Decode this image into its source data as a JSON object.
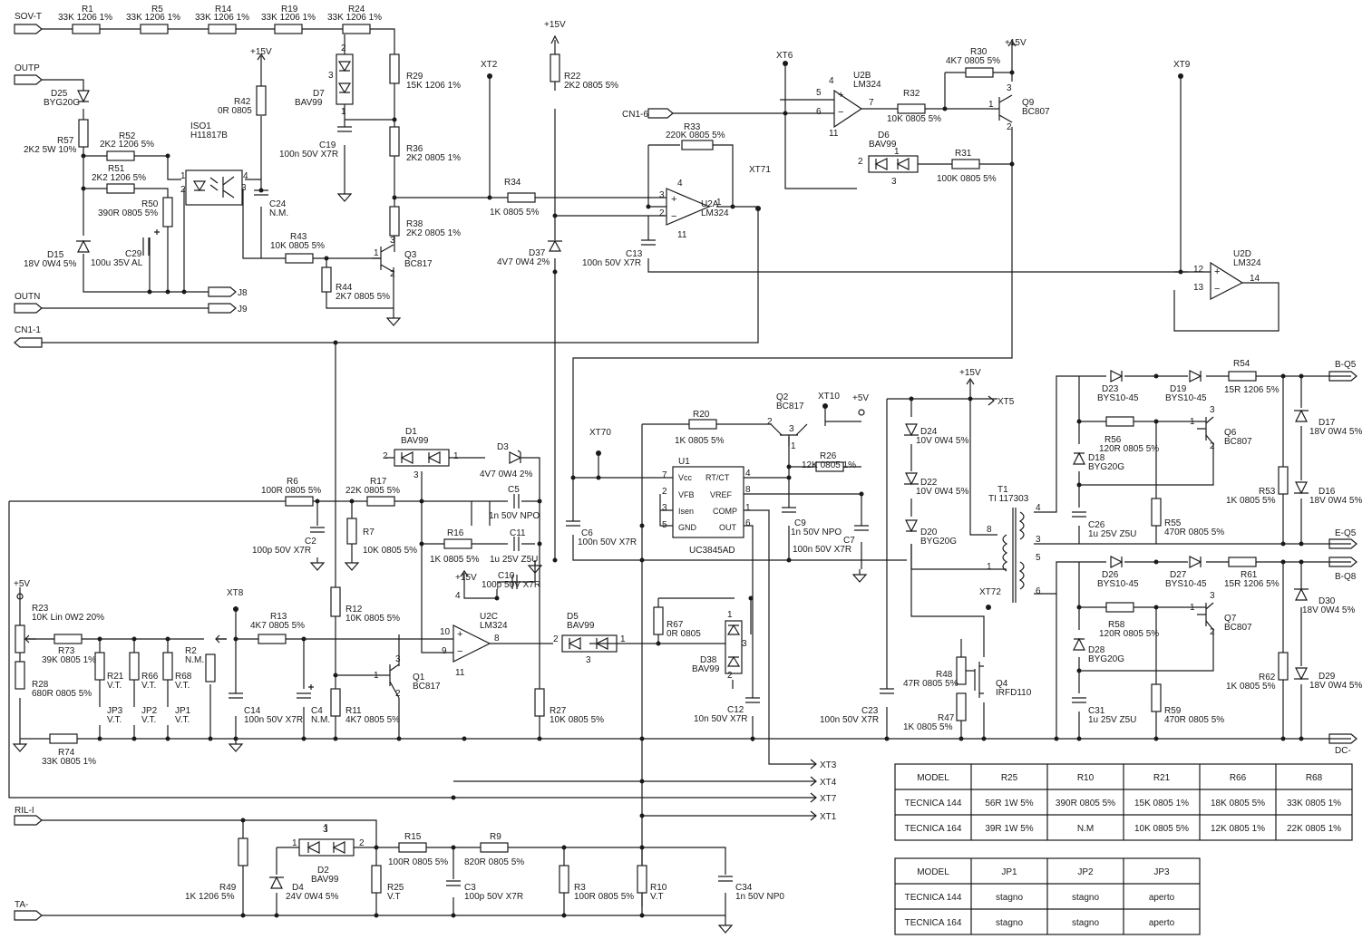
{
  "ports": {
    "sov_t": "SOV-T",
    "outp": "OUTP",
    "outn": "OUTN",
    "cn1_1": "CN1-1",
    "cn1_6": "CN1-6",
    "ril_i": "RIL-I",
    "ta_minus": "TA-",
    "b_q5": "B-Q5",
    "e_q5": "E-Q5",
    "b_q8": "B-Q8",
    "dc_minus": "DC-",
    "j8": "J8",
    "j9": "J9",
    "xt1": "XT1",
    "xt3": "XT3",
    "xt4": "XT4",
    "xt5": "XT5",
    "xt7": "XT7"
  },
  "testpoints": {
    "xt2": "XT2",
    "xt6": "XT6",
    "xt9": "XT9",
    "xt70": "XT70",
    "xt71": "XT71",
    "xt72": "XT72",
    "xt8": "XT8",
    "xt10": "XT10"
  },
  "supplies": {
    "p15": "+15V",
    "p5": "+5V"
  },
  "components": {
    "R1": "R1",
    "R1_v": "33K 1206 1%",
    "R5": "R5",
    "R5_v": "33K 1206 1%",
    "R14": "R14",
    "R14_v": "33K 1206 1%",
    "R19": "R19",
    "R19_v": "33K 1206 1%",
    "R24": "R24",
    "R24_v": "33K 1206 1%",
    "R29": "R29",
    "R29_v": "15K 1206 1%",
    "R36": "R36",
    "R36_v": "2K2 0805 1%",
    "R38": "R38",
    "R38_v": "2K2 0805 1%",
    "D7": "D7",
    "D7_v": "BAV99",
    "C19": "C19",
    "C19_v": "100n 50V X7R",
    "R42": "R42",
    "R42_v": "0R 0805",
    "C24": "C24",
    "C24_v": "N.M.",
    "ISO1": "ISO1",
    "ISO1_v": "H11817B",
    "D25": "D25",
    "D25_v": "BYG20G",
    "R57": "R57",
    "R57_v": "2K2 5W 10%",
    "R52": "R52",
    "R52_v": "2K2 1206 5%",
    "R51": "R51",
    "R51_v": "2K2 1206 5%",
    "R50": "R50",
    "R50_v": "390R 0805 5%",
    "D15": "D15",
    "D15_v": "18V 0W4 5%",
    "C29": "C29",
    "C29_v": "100u 35V AL",
    "R43": "R43",
    "R43_v": "10K 0805 5%",
    "R44": "R44",
    "R44_v": "2K7 0805 5%",
    "Q3": "Q3",
    "Q3_v": "BC817",
    "R34": "R34",
    "R34_v": "1K 0805 5%",
    "R22": "R22",
    "R22_v": "2K2 0805 5%",
    "D37": "D37",
    "D37_v": "4V7 0W4 2%",
    "C13": "C13",
    "C13_v": "100n 50V X7R",
    "R33": "R33",
    "R33_v": "220K 0805 5%",
    "U2A": "U2A",
    "U2A_v": "LM324",
    "U2B": "U2B",
    "U2B_v": "LM324",
    "R32": "R32",
    "R32_v": "10K 0805 5%",
    "R30": "R30",
    "R30_v": "4K7 0805 5%",
    "Q9": "Q9",
    "Q9_v": "BC807",
    "D6": "D6",
    "D6_v": "BAV99",
    "R31": "R31",
    "R31_v": "100K 0805 5%",
    "U2D": "U2D",
    "U2D_v": "LM324",
    "U1": "U1",
    "U1_v": "UC3845AD",
    "R20": "R20",
    "R20_v": "1K 0805 5%",
    "Q2": "Q2",
    "Q2_v": "BC817",
    "R26": "R26",
    "R26_v": "12K 0805 1%",
    "C6": "C6",
    "C6_v": "100n 50V X7R",
    "C9": "C9",
    "C9_v": "1n 50V NPO",
    "C7": "C7",
    "C7_v": "100n 50V X7R",
    "D1": "D1",
    "D1_v": "BAV99",
    "D3": "D3",
    "D3_v": "4V7 0W4 2%",
    "R6": "R6",
    "R6_v": "100R 0805 5%",
    "R17": "R17",
    "R17_v": "22K 0805 5%",
    "C5": "C5",
    "C5_v": "1n 50V NPO",
    "C2": "C2",
    "C2_v": "100p 50V X7R",
    "R7": "R7",
    "R7_v": "10K 0805 5%",
    "R16": "R16",
    "R16_v": "1K 0805 5%",
    "C11": "C11",
    "C11_v": "1u 25V Z5U",
    "C10": "C10",
    "C10_v": "100p 50V X7R",
    "U2C": "U2C",
    "U2C_v": "LM324",
    "D5": "D5",
    "D5_v": "BAV99",
    "R67": "R67",
    "R67_v": "0R 0805",
    "D38": "D38",
    "D38_v": "BAV99",
    "C12": "C12",
    "C12_v": "10n 50V X7R",
    "R12": "R12",
    "R12_v": "10K 0805 5%",
    "R11": "R11",
    "R11_v": "4K7 0805 5%",
    "Q1": "Q1",
    "Q1_v": "BC817",
    "R27": "R27",
    "R27_v": "10K 0805 5%",
    "R23": "R23",
    "R23_v": "10K Lin 0W2 20%",
    "R28": "R28",
    "R28_v": "680R 0805 5%",
    "R73": "R73",
    "R73_v": "39K 0805 1%",
    "R74": "R74",
    "R74_v": "33K 0805 1%",
    "R21": "R21",
    "R21_v": "V.T.",
    "R66": "R66",
    "R66_v": "V.T.",
    "R68": "R68",
    "R68_v": "V.T.",
    "JP3": "JP3",
    "JP3_v": "V.T.",
    "JP2": "JP2",
    "JP2_v": "V.T.",
    "JP1": "JP1",
    "JP1_v": "V.T.",
    "R2": "R2",
    "R2_v": "N.M.",
    "R13": "R13",
    "R13_v": "4K7 0805 5%",
    "C14": "C14",
    "C14_v": "100n 50V X7R",
    "C4": "C4",
    "C4_v": "N.M.",
    "D24": "D24",
    "D24_v": "10V 0W4 5%",
    "D22": "D22",
    "D22_v": "10V 0W4 5%",
    "D20": "D20",
    "D20_v": "BYG20G",
    "T1": "T1",
    "T1_v": "TI 117303",
    "R48": "R48",
    "R48_v": "47R 0805 5%",
    "R47": "R47",
    "R47_v": "1K 0805 5%",
    "Q4": "Q4",
    "Q4_v": "IRFD110",
    "C23": "C23",
    "C23_v": "100n 50V X7R",
    "D23": "D23",
    "D23_v": "BYS10-45",
    "D19": "D19",
    "D19_v": "BYS10-45",
    "R54": "R54",
    "R54_v": "15R 1206 5%",
    "R56": "R56",
    "R56_v": "120R 0805 5%",
    "Q6": "Q6",
    "Q6_v": "BC807",
    "D18": "D18",
    "D18_v": "BYG20G",
    "D17": "D17",
    "D17_v": "18V 0W4 5%",
    "D16": "D16",
    "D16_v": "18V 0W4 5%",
    "R53": "R53",
    "R53_v": "1K 0805 5%",
    "R55": "R55",
    "R55_v": "470R 0805 5%",
    "C26": "C26",
    "C26_v": "1u 25V Z5U",
    "D26": "D26",
    "D26_v": "BYS10-45",
    "D27": "D27",
    "D27_v": "BYS10-45",
    "R61": "R61",
    "R61_v": "15R 1206 5%",
    "R58": "R58",
    "R58_v": "120R 0805 5%",
    "Q7": "Q7",
    "Q7_v": "BC807",
    "D28": "D28",
    "D28_v": "BYG20G",
    "D30": "D30",
    "D30_v": "18V 0W4 5%",
    "D29": "D29",
    "D29_v": "18V 0W4 5%",
    "R62": "R62",
    "R62_v": "1K 0805 5%",
    "R59": "R59",
    "R59_v": "470R 0805 5%",
    "C31": "C31",
    "C31_v": "1u 25V Z5U",
    "R49": "R49",
    "R49_v": "1K 1206 5%",
    "D2": "D2",
    "D2_v": "BAV99",
    "D4": "D4",
    "D4_v": "24V 0W4 5%",
    "R15": "R15",
    "R15_v": "100R 0805 5%",
    "R25": "R25",
    "R25_v": "V.T",
    "C3": "C3",
    "C3_v": "100p 50V X7R",
    "R9": "R9",
    "R9_v": "820R 0805 5%",
    "R3": "R3",
    "R3_v": "100R 0805 5%",
    "R10": "R10",
    "R10_v": "V.T",
    "C34": "C34",
    "C34_v": "1n 50V NP0"
  },
  "u1_pins": {
    "vcc": "Vcc",
    "rtct": "RT/CT",
    "vfb": "VFB",
    "vref": "VREF",
    "isen": "Isen",
    "comp": "COMP",
    "gnd": "GND",
    "out": "OUT"
  },
  "table_resistors": {
    "headers": [
      "MODEL",
      "R25",
      "R10",
      "R21",
      "R66",
      "R68"
    ],
    "rows": [
      [
        "TECNICA 144",
        "56R 1W 5%",
        "390R 0805 5%",
        "15K 0805 1%",
        "18K 0805 5%",
        "33K 0805 1%"
      ],
      [
        "TECNICA 164",
        "39R 1W 5%",
        "N.M",
        "10K 0805 5%",
        "12K 0805 1%",
        "22K 0805 1%"
      ]
    ]
  },
  "table_jumpers": {
    "headers": [
      "MODEL",
      "JP1",
      "JP2",
      "JP3"
    ],
    "rows": [
      [
        "TECNICA 144",
        "stagno",
        "stagno",
        "aperto"
      ],
      [
        "TECNICA 164",
        "stagno",
        "stagno",
        "aperto"
      ]
    ]
  }
}
